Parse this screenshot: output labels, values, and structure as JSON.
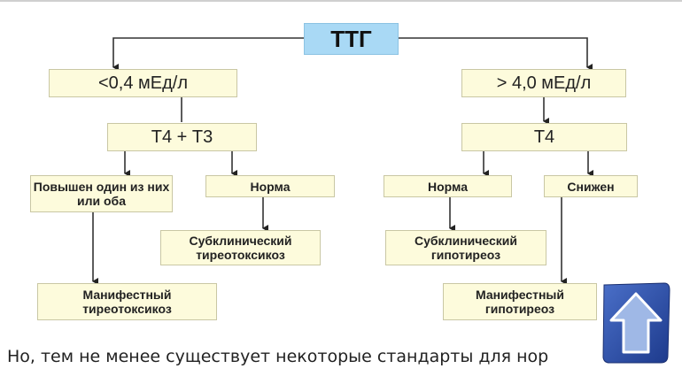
{
  "diagram": {
    "root": "ТТГ",
    "low": "<0,4 мЕд/л",
    "high": "> 4,0 мЕд/л",
    "low_test": "Т4 + Т3",
    "high_test": "Т4",
    "low_elevated": "Повышен один из них или оба",
    "low_normal": "Норма",
    "high_normal": "Норма",
    "high_reduced": "Снижен",
    "subclinical_thyrotoxicosis": "Субклинический тиреотоксикоз",
    "subclinical_hypothyroidism": "Субклинический гипотиреоз",
    "manifest_thyrotoxicosis": "Манифестный тиреотоксикоз",
    "manifest_hypothyroidism": "Манифестный гипотиреоз"
  },
  "paragraph": "Но, тем не менее существует некоторые стандарты для нор",
  "scroll_top": {
    "icon": "arrow-up-icon",
    "color": "#2a4fa8"
  }
}
